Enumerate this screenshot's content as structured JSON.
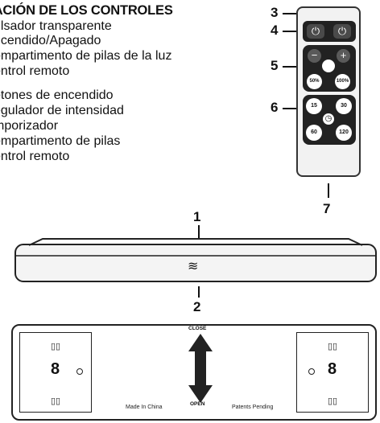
{
  "legend": {
    "title": "CACIÓN DE LOS CONTROLES",
    "items": [
      "ulsador transparente",
      "ncendido/Apagado",
      "ompartimento de pilas de la luz",
      "ontrol remoto",
      "otones de encendido",
      "egulador de intensidad",
      "mporizador",
      "ompartimento de pilas",
      "ontrol remoto"
    ]
  },
  "callouts": [
    "3",
    "4",
    "5",
    "6",
    "7",
    "1",
    "2"
  ],
  "remote": {
    "dim_buttons": [
      "50%",
      "100%"
    ],
    "timer_buttons": [
      "15",
      "30",
      "60",
      "120"
    ],
    "minus": "−",
    "plus": "+"
  },
  "bottom": {
    "left_number": "8",
    "right_number": "8",
    "made_in": "Made In China",
    "patents": "Patents Pending",
    "close": "CLOSE",
    "open": "OPEN"
  }
}
